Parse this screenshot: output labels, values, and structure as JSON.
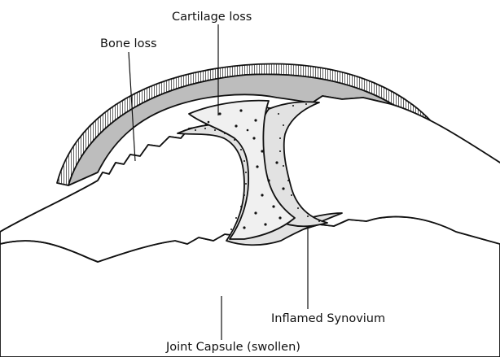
{
  "labels": {
    "cartilage_loss": "Cartilage loss",
    "bone_loss": "Bone loss",
    "inflamed_synovium": "Inflamed Synovium",
    "joint_capsule": "Joint Capsule (swollen)"
  },
  "colors": {
    "capsule_fill": "#bdbdbd",
    "synovium_fill": "#e2e2e2",
    "cartilage_fill": "#ffffff",
    "bone_fill": "#ffffff",
    "ink": "#111111"
  }
}
